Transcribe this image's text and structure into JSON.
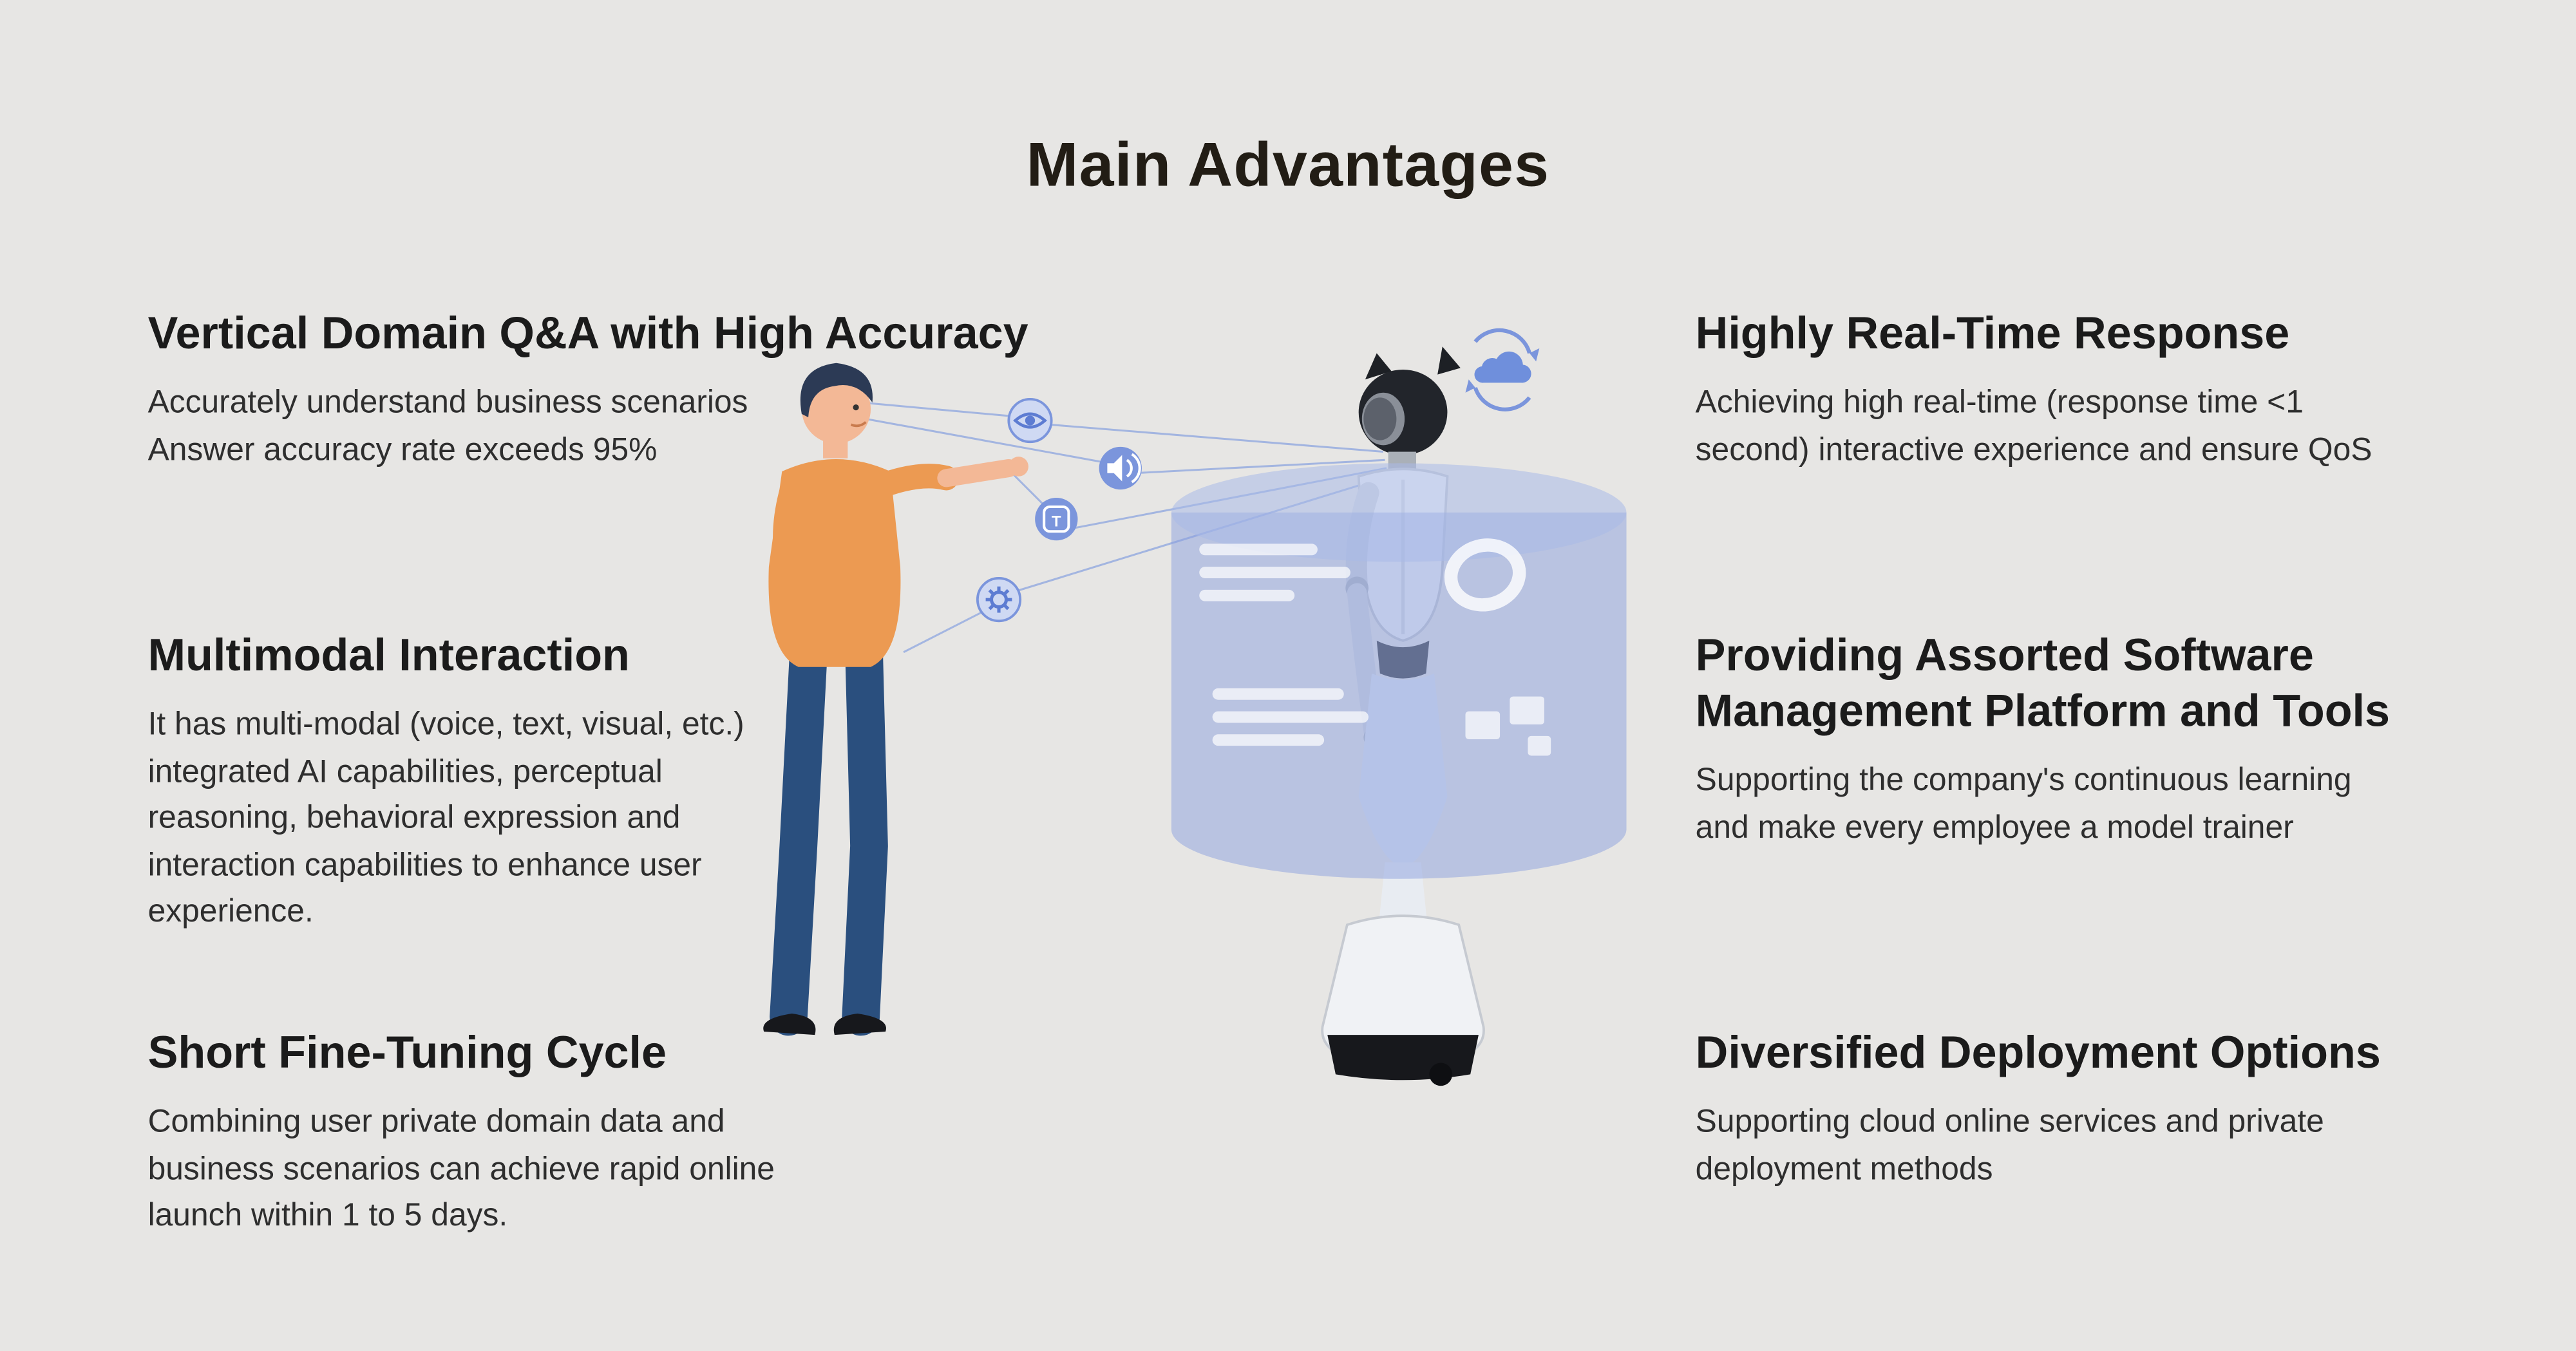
{
  "page": {
    "title": "Main Advantages",
    "background_color": "#e7e6e4",
    "accent_color": "#7b95dc",
    "heading_color": "#1b1b1b",
    "body_text_color": "#2e2e2e"
  },
  "sections": {
    "left": [
      {
        "heading": "Vertical Domain Q&A with High Accuracy",
        "lines": [
          "Accurately understand business scenarios",
          "Answer accuracy rate exceeds 95%"
        ]
      },
      {
        "heading": "Multimodal Interaction",
        "body": "It has multi-modal (voice, text, visual, etc.) integrated AI capabilities, perceptual reasoning, behavioral expression and interaction capabilities to enhance user experience."
      },
      {
        "heading": "Short Fine-Tuning Cycle",
        "body": "Combining user private domain data and business scenarios can achieve rapid online launch within 1 to 5 days."
      }
    ],
    "right": [
      {
        "heading": "Highly Real-Time Response",
        "body": "Achieving high real-time (response time <1 second) interactive experience and ensure QoS"
      },
      {
        "heading": "Providing Assorted Software Management Platform and Tools",
        "body": "Supporting the company's continuous learning and make every employee a model trainer"
      },
      {
        "heading": "Diversified Deployment Options",
        "body": "Supporting cloud online services and private deployment methods"
      }
    ]
  },
  "illustration": {
    "description": "Person interacting with a service robot through a translucent holographic interface",
    "icons": [
      {
        "name": "eye-icon"
      },
      {
        "name": "audio-icon"
      },
      {
        "name": "text-icon",
        "glyph": "T"
      },
      {
        "name": "gear-icon"
      },
      {
        "name": "cloud-sync-icon"
      }
    ],
    "hologram_color": "#8ba0de",
    "connector_color": "#9cb0e0",
    "person_shirt_color": "#ec9a52",
    "person_pants_color": "#2a4f7e",
    "robot_body_color": "#f2f4f7",
    "robot_head_color": "#22252b"
  }
}
